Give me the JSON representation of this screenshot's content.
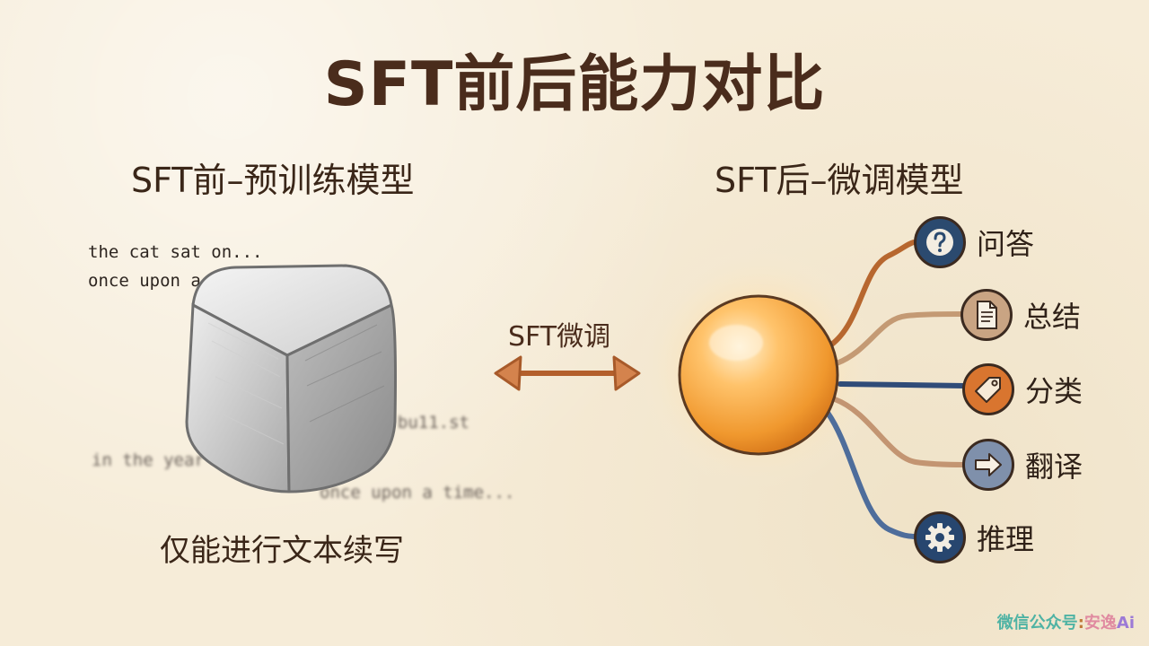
{
  "title": "SFT前后能力对比",
  "left": {
    "heading": "SFT前–预训练模型",
    "snippets": [
      "the cat sat on...",
      "once upon a time...",
      "t bu11.st",
      "in the year of 19",
      "once upon a time..."
    ],
    "caption": "仅能进行文本续写"
  },
  "middle": {
    "arrow_label": "SFT微调"
  },
  "right": {
    "heading": "SFT后–微调模型",
    "capabilities": [
      {
        "label": "问答",
        "icon": "question-icon",
        "color": "#2b4a6f",
        "line_color": "#b7672f"
      },
      {
        "label": "总结",
        "icon": "document-icon",
        "color": "#c9a483",
        "line_color": "#c49a74"
      },
      {
        "label": "分类",
        "icon": "tag-icon",
        "color": "#d9752f",
        "line_color": "#304c78"
      },
      {
        "label": "翻译",
        "icon": "arrow-right-icon",
        "color": "#7f90ab",
        "line_color": "#c39572"
      },
      {
        "label": "推理",
        "icon": "gear-icon",
        "color": "#27466f",
        "line_color": "#4e6d9b"
      }
    ]
  },
  "watermark": {
    "prefix": "微信公众号",
    "colon": ":",
    "name_part1": "安逸",
    "name_part2": "Ai"
  }
}
